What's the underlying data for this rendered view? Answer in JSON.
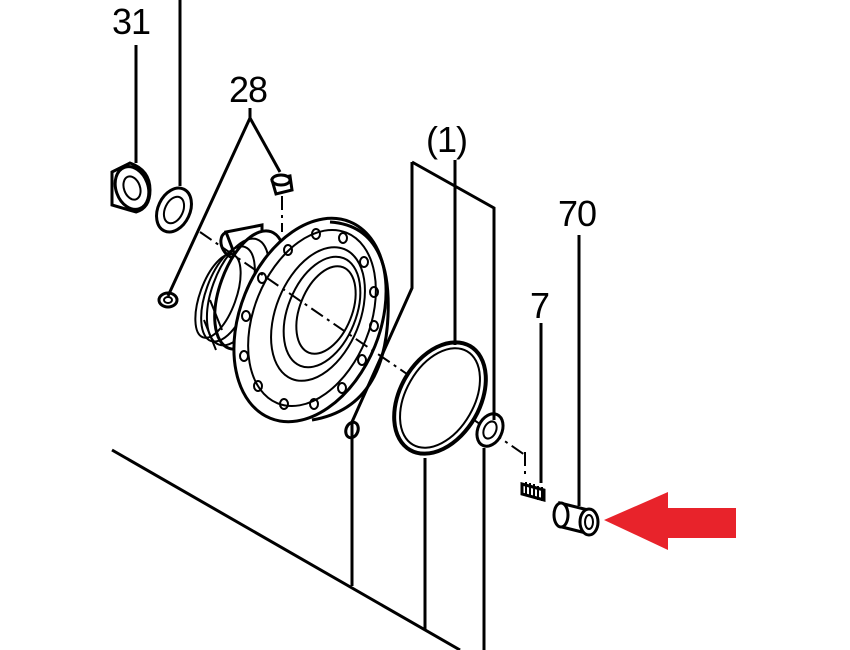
{
  "callouts": {
    "part_31": "31",
    "part_28": "28",
    "assembly_1": "(1)",
    "part_70": "70",
    "part_7": "7"
  },
  "colors": {
    "line": "#000000",
    "background": "#ffffff",
    "arrow": "#e8232b"
  },
  "indicator": {
    "icon": "arrow-left-icon",
    "target": "70"
  }
}
